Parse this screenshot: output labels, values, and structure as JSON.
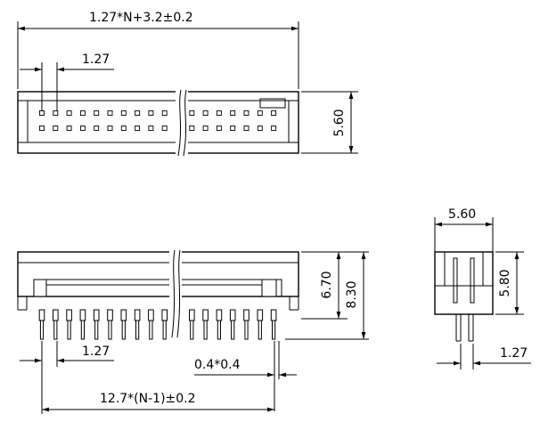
{
  "dimensions": {
    "top_width": "1.27*N+3.2±0.2",
    "top_pitch": "1.27",
    "top_height": "5.60",
    "front_pitch": "1.27",
    "front_pin_size": "0.4*0.4",
    "front_span": "12.7*(N-1)±0.2",
    "front_body_height": "6.70",
    "front_total_height": "8.30",
    "side_width": "5.60",
    "side_height": "5.80",
    "side_pitch": "1.27"
  }
}
